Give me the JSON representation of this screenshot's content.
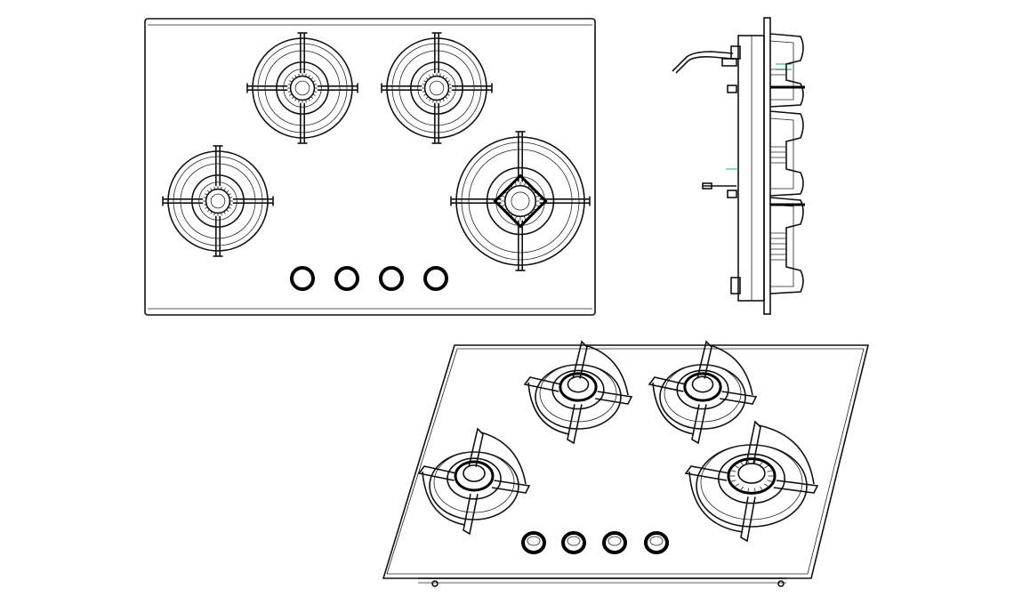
{
  "drawing": {
    "views": [
      {
        "id": "top-view",
        "burners": 4,
        "knobs": 4
      },
      {
        "id": "side-view"
      },
      {
        "id": "isometric-view",
        "burners": 4,
        "knobs": 4
      }
    ],
    "colors": {
      "line": "#000000",
      "background": "#ffffff",
      "accent": "#00b050"
    }
  }
}
